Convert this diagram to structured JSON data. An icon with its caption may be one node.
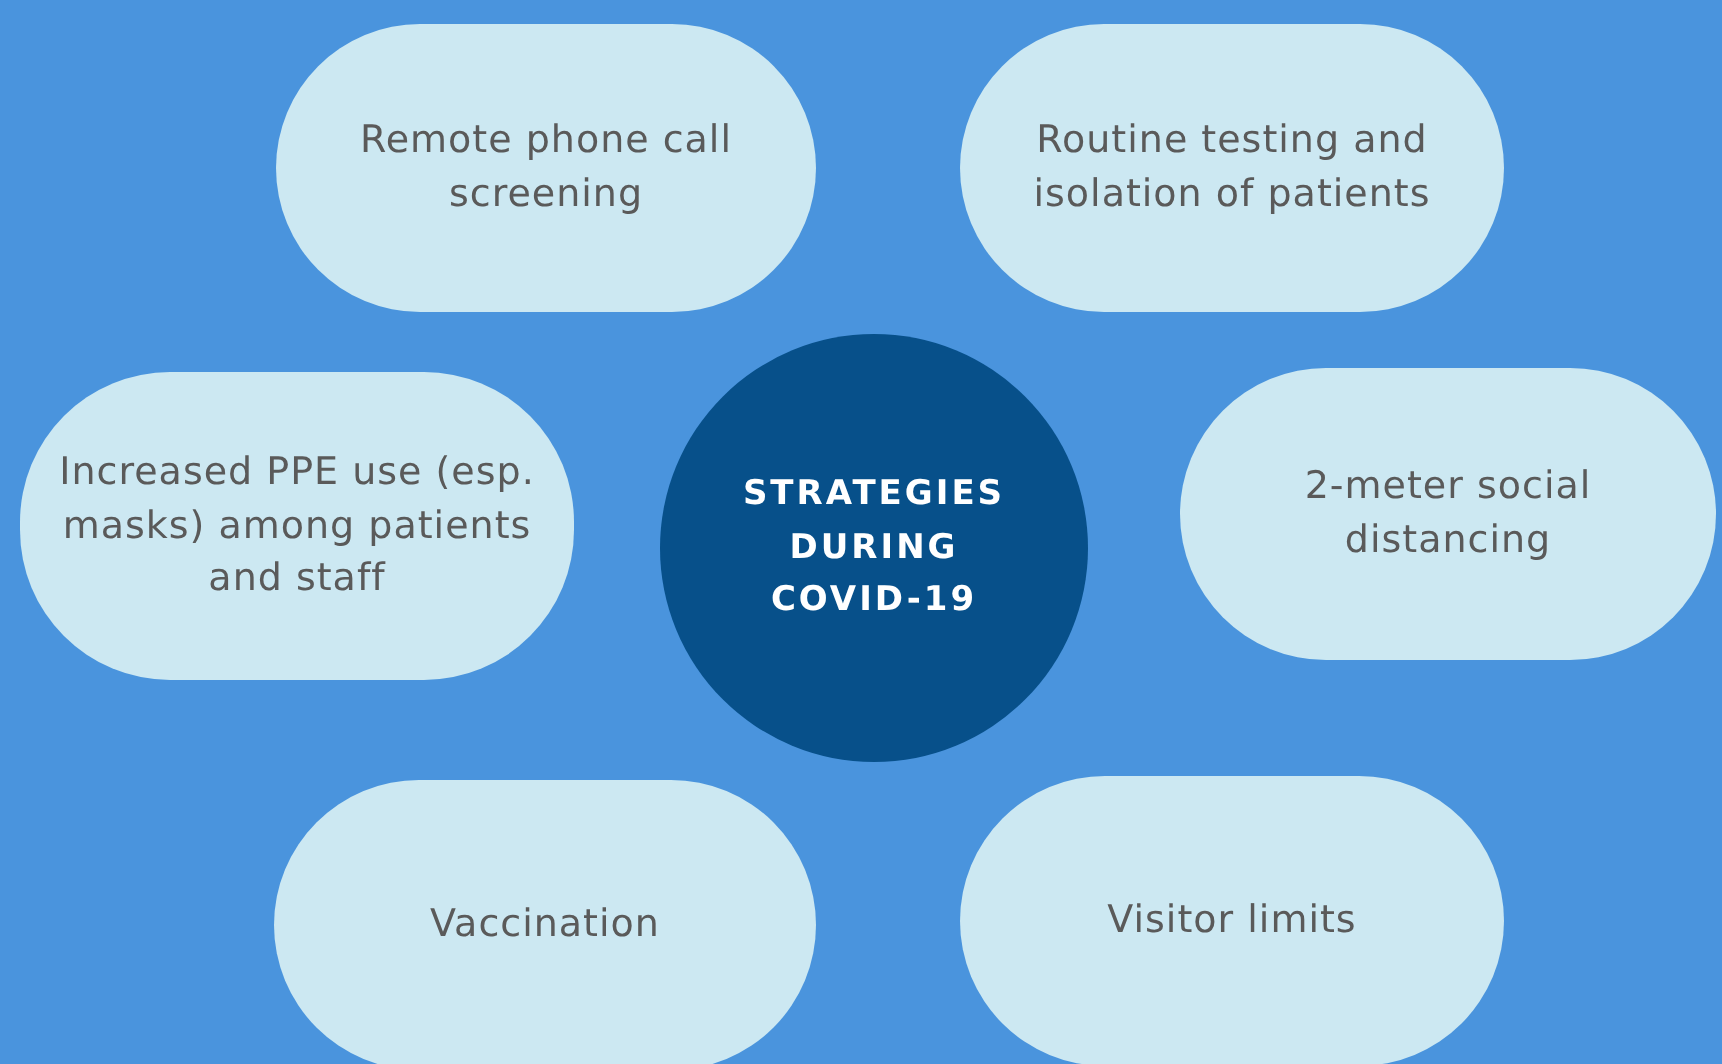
{
  "diagram": {
    "nodes": [
      {
        "text": [
          "Remote phone call screening"
        ]
      },
      {
        "text": [
          "Routine testing and isolation of patients"
        ]
      },
      {
        "text": [
          "Increased PPE use (esp. masks) among patients and staff"
        ]
      },
      {
        "text": [
          "STRATEGIES DURING COVID-19"
        ]
      },
      {
        "text": [
          "2-meter social distancing"
        ]
      },
      {
        "text": [
          "Vaccination"
        ]
      },
      {
        "text": [
          "Visitor limits"
        ]
      }
    ]
  }
}
